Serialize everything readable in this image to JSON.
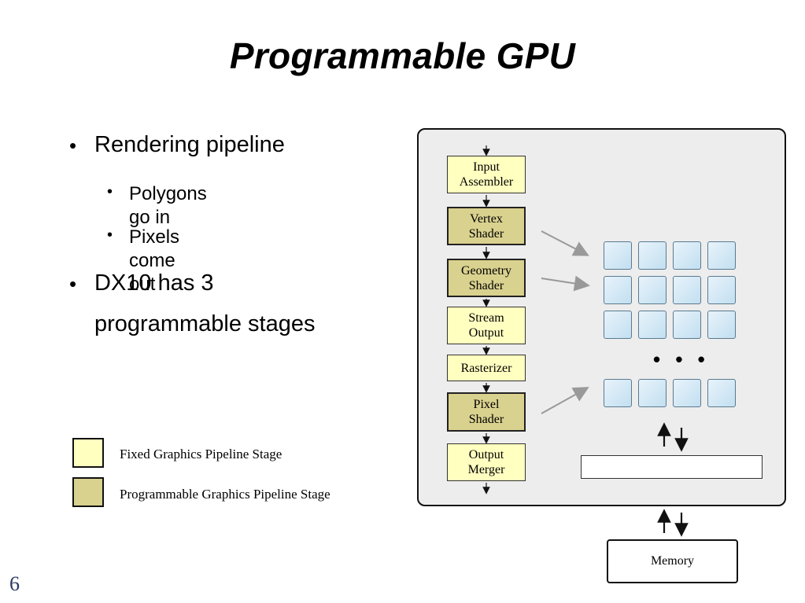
{
  "slide": {
    "title": "Programmable GPU",
    "page_number": "6"
  },
  "bullets": {
    "item1": "Rendering pipeline",
    "sub1": "Polygons go in",
    "sub2": "Pixels come out",
    "item2_line1": "DX10 has 3",
    "item2_line2": "programmable stages",
    "bullet_char": "•"
  },
  "legend": {
    "fixed_label": "Fixed Graphics Pipeline Stage",
    "programmable_label": "Programmable Graphics Pipeline Stage",
    "fixed_color": "#ffffc0",
    "programmable_color": "#d9d18e"
  },
  "pipeline": {
    "stages": [
      {
        "line1": "Input",
        "line2": "Assembler",
        "type": "fixed"
      },
      {
        "line1": "Vertex",
        "line2": "Shader",
        "type": "programmable"
      },
      {
        "line1": "Geometry",
        "line2": "Shader",
        "type": "programmable"
      },
      {
        "line1": "Stream",
        "line2": "Output",
        "type": "fixed"
      },
      {
        "line1": "Rasterizer",
        "line2": "",
        "type": "fixed"
      },
      {
        "line1": "Pixel",
        "line2": "Shader",
        "type": "programmable"
      },
      {
        "line1": "Output",
        "line2": "Merger",
        "type": "fixed"
      }
    ]
  },
  "gpu": {
    "ellipsis": "• • •",
    "memory_label": "Memory"
  }
}
